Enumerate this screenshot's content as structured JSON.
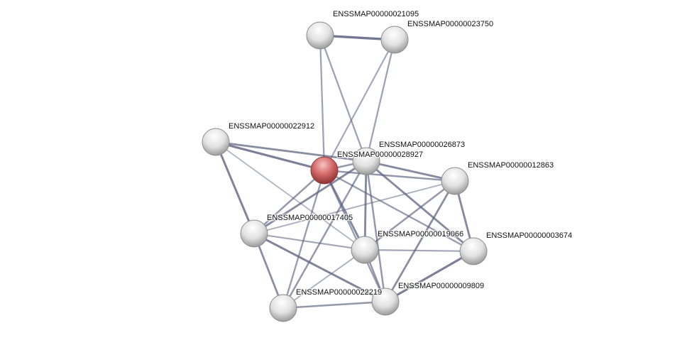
{
  "network": {
    "nodes": [
      {
        "id": "A",
        "label": "ENSSMAP00000021095",
        "query": false
      },
      {
        "id": "B",
        "label": "ENSSMAP00000023750",
        "query": false
      },
      {
        "id": "C",
        "label": "ENSSMAP00000022912",
        "query": false
      },
      {
        "id": "D",
        "label": "ENSSMAP00000028927",
        "query": true
      },
      {
        "id": "E",
        "label": "ENSSMAP00000026873",
        "query": false
      },
      {
        "id": "F",
        "label": "ENSSMAP00000012863",
        "query": false
      },
      {
        "id": "G",
        "label": "ENSSMAP00000017405",
        "query": false
      },
      {
        "id": "H",
        "label": "ENSSMAP00000019066",
        "query": false
      },
      {
        "id": "I",
        "label": "ENSSMAP00000003674",
        "query": false
      },
      {
        "id": "J",
        "label": "ENSSMAP00000022219",
        "query": false
      },
      {
        "id": "K",
        "label": "ENSSMAP00000009809",
        "query": false
      }
    ],
    "edges": [
      [
        "A",
        "B",
        0.95
      ],
      [
        "A",
        "D",
        0.5
      ],
      [
        "A",
        "E",
        0.5
      ],
      [
        "B",
        "D",
        0.45
      ],
      [
        "B",
        "E",
        0.5
      ],
      [
        "C",
        "D",
        0.85
      ],
      [
        "C",
        "E",
        0.7
      ],
      [
        "C",
        "G",
        0.8
      ],
      [
        "C",
        "H",
        0.3
      ],
      [
        "D",
        "E",
        0.6
      ],
      [
        "D",
        "F",
        0.6
      ],
      [
        "D",
        "G",
        0.6
      ],
      [
        "D",
        "H",
        0.75
      ],
      [
        "D",
        "J",
        0.55
      ],
      [
        "D",
        "K",
        0.55
      ],
      [
        "D",
        "I",
        0.55
      ],
      [
        "E",
        "F",
        0.75
      ],
      [
        "E",
        "G",
        0.75
      ],
      [
        "E",
        "H",
        0.75
      ],
      [
        "E",
        "K",
        0.6
      ],
      [
        "E",
        "I",
        0.75
      ],
      [
        "E",
        "J",
        0.6
      ],
      [
        "F",
        "H",
        0.6
      ],
      [
        "F",
        "K",
        0.7
      ],
      [
        "F",
        "I",
        0.75
      ],
      [
        "F",
        "G",
        0.35
      ],
      [
        "G",
        "H",
        0.45
      ],
      [
        "G",
        "K",
        0.8
      ],
      [
        "G",
        "J",
        0.7
      ],
      [
        "H",
        "K",
        0.6
      ],
      [
        "H",
        "I",
        0.45
      ],
      [
        "H",
        "J",
        0.35
      ],
      [
        "J",
        "K",
        0.6
      ],
      [
        "K",
        "I",
        0.85
      ]
    ],
    "colors": {
      "edge": "#5c6380",
      "node": "#e8e8e8",
      "query_node": "#d66a6a"
    }
  }
}
